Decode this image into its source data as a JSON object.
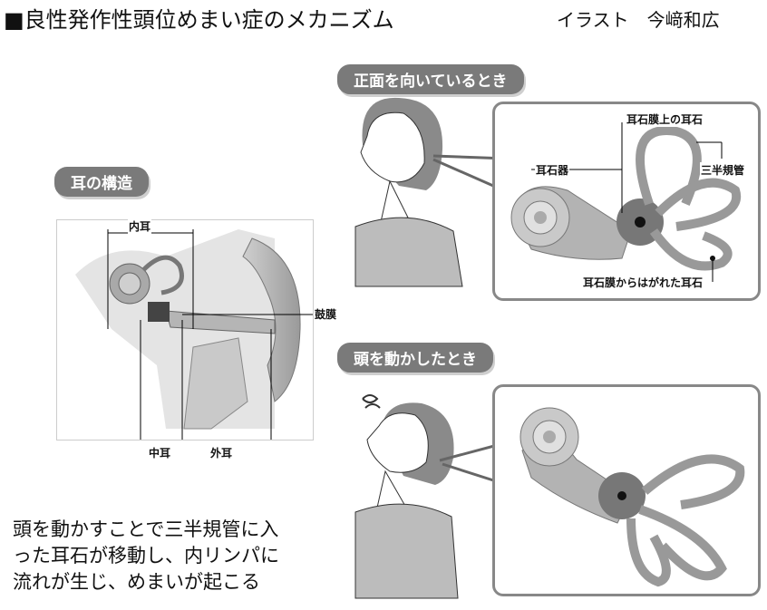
{
  "title": "■良性発作性頭位めまい症のメカニズム",
  "credit": "イラスト　今﨑和広",
  "sections": {
    "ear_structure": "耳の構造",
    "facing_front": "正面を向いているとき",
    "head_moved": "頭を動かしたとき"
  },
  "ear_labels": {
    "inner_ear": "内耳",
    "middle_ear": "中耳",
    "outer_ear": "外耳",
    "eardrum": "鼓膜"
  },
  "inner_ear_labels": {
    "otolith_on_membrane": "耳石膜上の耳石",
    "otolith_organ": "耳石器",
    "semicircular_canals": "三半規管",
    "detached_otolith": "耳石膜からはがれた耳石"
  },
  "caption": [
    "頭を動かすことで三半規管に入",
    "った耳石が移動し、内リンパに",
    "流れが生じ、めまいが起こる"
  ]
}
